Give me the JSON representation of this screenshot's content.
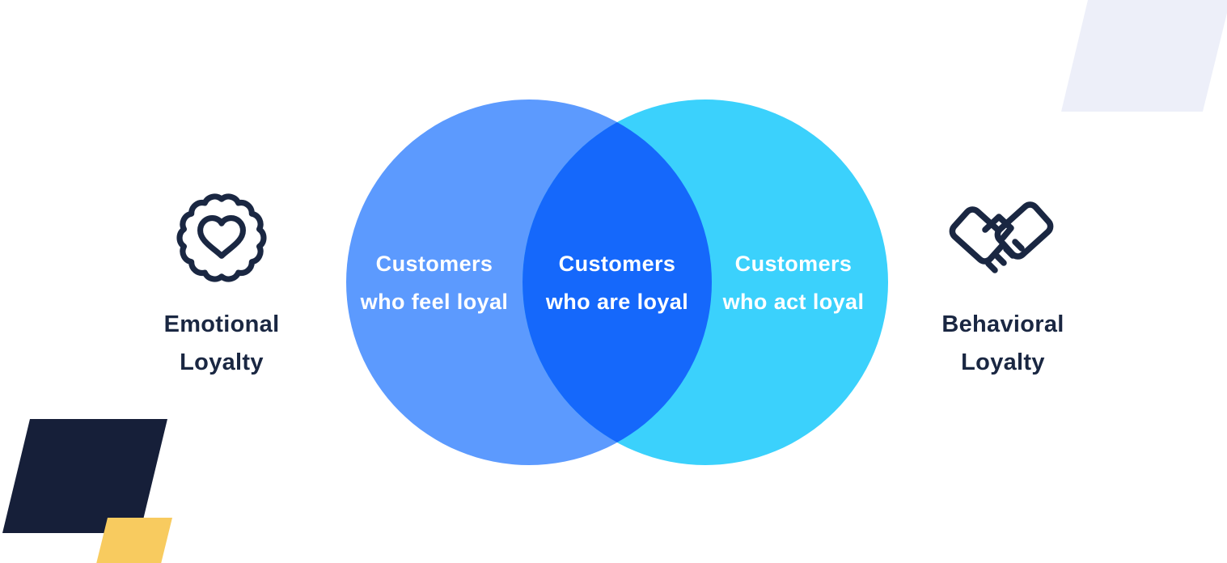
{
  "venn": {
    "left": {
      "line1": "Customers",
      "line2": "who feel loyal",
      "color": "#5C9AFE"
    },
    "overlap": {
      "line1": "Customers",
      "line2": "who are loyal",
      "color": "#1568FB"
    },
    "right": {
      "line1": "Customers",
      "line2": "who act loyal",
      "color": "#3BD1FC"
    }
  },
  "side_labels": {
    "left": {
      "line1": "Emotional",
      "line2": "Loyalty",
      "icon": "heart-badge-icon"
    },
    "right": {
      "line1": "Behavioral",
      "line2": "Loyalty",
      "icon": "handshake-icon"
    }
  },
  "decorations": {
    "navy_parallelogram_color": "#161F39",
    "yellow_parallelogram_color": "#F8CB5F",
    "lavender_parallelogram_color": "#EDEFF9"
  },
  "colors": {
    "dark_text": "#1A2742",
    "background": "#FFFFFF",
    "venn_text": "#FFFFFF"
  }
}
